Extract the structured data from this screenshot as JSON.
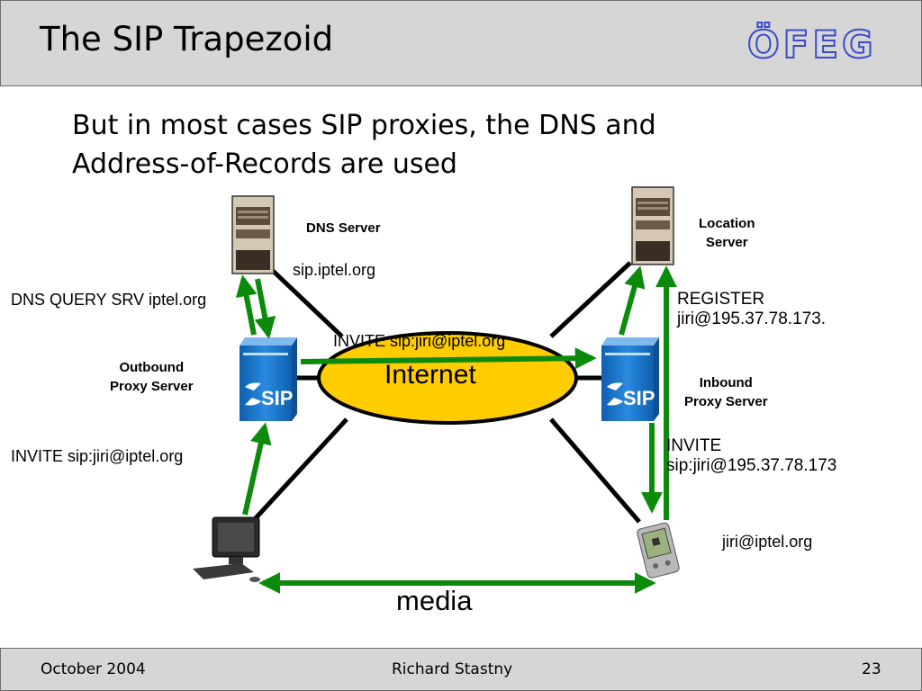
{
  "header": {
    "title": "The SIP Trapezoid",
    "logo": "ÖFEG"
  },
  "subtitle": {
    "line1": "But in most cases SIP proxies, the DNS and",
    "line2": "Address-of-Records are used"
  },
  "nodes": {
    "dns_server": {
      "label": "DNS Server",
      "domain": "sip.iptel.org"
    },
    "location_server": {
      "line1": "Location",
      "line2": "Server"
    },
    "outbound_proxy": {
      "line1": "Outbound",
      "line2": "Proxy Server",
      "badge": "SIP"
    },
    "inbound_proxy": {
      "line1": "Inbound",
      "line2": "Proxy Server",
      "badge": "SIP"
    },
    "internet": {
      "label": "Internet"
    },
    "callee": {
      "address": "jiri@iptel.org"
    }
  },
  "messages": {
    "dns_query": "DNS QUERY SRV iptel.org",
    "invite_proxy": "INVITE sip:jiri@iptel.org",
    "register_line1": "REGISTER",
    "register_line2": "jiri@195.37.78.173.",
    "invite_caller": "INVITE sip:jiri@iptel.org",
    "invite_callee_line1": "INVITE",
    "invite_callee_line2": "sip:jiri@195.37.78.173",
    "media": "media"
  },
  "footer": {
    "date": "October 2004",
    "author": "Richard Stastny",
    "page": "23"
  },
  "colors": {
    "arrow": "#0c8a0c",
    "internet_fill": "#ffcc00",
    "sip_blue": "#1a73c9",
    "header_bg": "#d6d6d6",
    "logo": "#3a4cc8"
  }
}
